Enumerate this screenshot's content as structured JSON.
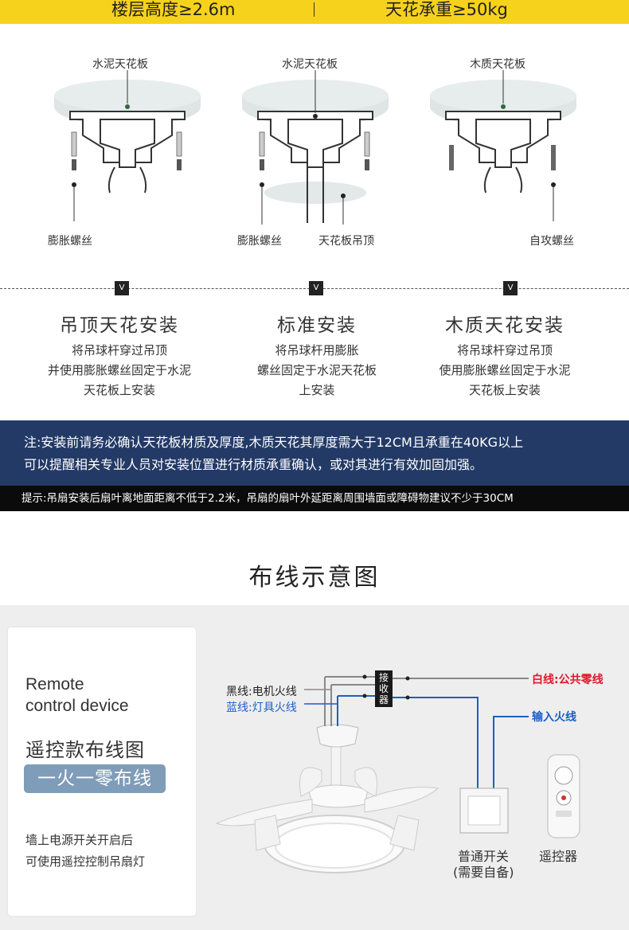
{
  "top_bar": {
    "floor_height": "楼层高度≥2.6m",
    "ceiling_load": "天花承重≥50kg"
  },
  "diagrams": [
    {
      "ceiling_label": "水泥天花板",
      "left_label": "膨胀螺丝",
      "right_label": ""
    },
    {
      "ceiling_label": "水泥天花板",
      "left_label": "膨胀螺丝",
      "right_label": "天花板吊顶"
    },
    {
      "ceiling_label": "木质天花板",
      "left_label": "",
      "right_label": "自攻螺丝"
    }
  ],
  "separator_marker": "V",
  "methods": [
    {
      "title": "吊顶天花安装",
      "lines": [
        "将吊球杆穿过吊顶",
        "并使用膨胀螺丝固定于水泥",
        "天花板上安装"
      ]
    },
    {
      "title": "标准安装",
      "lines": [
        "将吊球杆用膨胀",
        "螺丝固定于水泥天花板",
        "上安装"
      ]
    },
    {
      "title": "木质天花安装",
      "lines": [
        "将吊球杆穿过吊顶",
        "使用膨胀螺丝固定于水泥",
        "天花板上安装"
      ]
    }
  ],
  "notice": {
    "line1": "注:安装前请务必确认天花板材质及厚度,木质天花其厚度需大于12CM且承重在40KG以上",
    "line2": "可以提醒相关专业人员对安装位置进行材质承重确认，或对其进行有效加固加强。"
  },
  "tip": "提示:吊扇安装后扇叶离地面距离不低于2.2米，吊扇的扇叶外延距离周围墙面或障碍物建议不少于30CM",
  "wiring_title": "布线示意图",
  "wiring_card": {
    "en_line1": "Remote",
    "en_line2": "control device",
    "cn_title": "遥控款布线图",
    "tag": "一火一零布线",
    "desc1": "墙上电源开关开启后",
    "desc2": "可使用遥控控制吊扇灯"
  },
  "wiring_labels": {
    "black_wire": "黑线:电机火线",
    "blue_wire": "蓝线:灯具火线",
    "white_wire": "白线:公共零线",
    "input_live": "输入火线",
    "receiver": [
      "接",
      "收",
      "器"
    ],
    "switch": "普通开关",
    "switch_note": "(需要自备)",
    "remote": "遥控器"
  },
  "colors": {
    "top_bar": "#f6d21c",
    "notice_bg": "#233a67",
    "tip_bg": "#0b0b0b",
    "tag_bg": "#7f9cb9",
    "white_wire_label": "#e0192b",
    "blue_wire": "#1c5fc7"
  }
}
